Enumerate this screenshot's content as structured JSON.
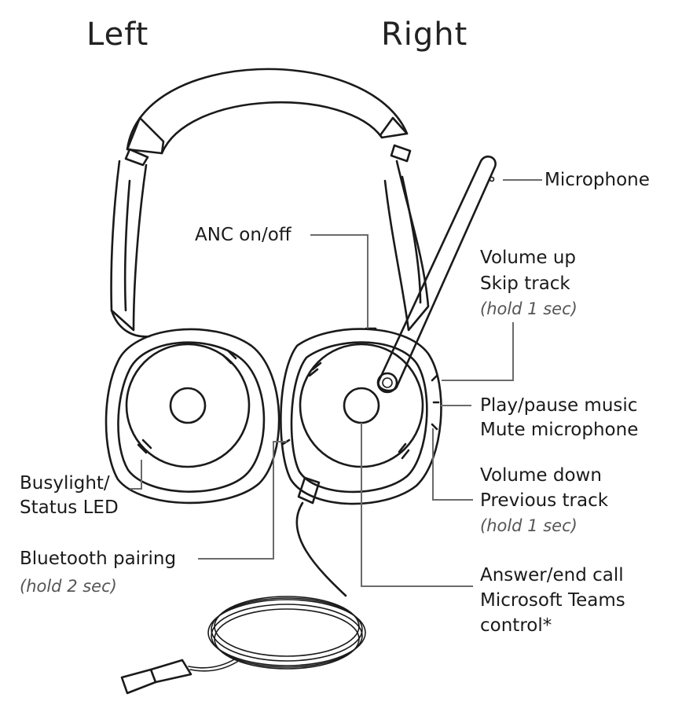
{
  "header": {
    "left": "Left",
    "right": "Right"
  },
  "labels": {
    "microphone": "Microphone",
    "anc": "ANC on/off",
    "volume_up": "Volume up",
    "skip_track": "Skip track",
    "skip_hold": "(hold 1 sec)",
    "play_pause": "Play/pause music",
    "mute_mic": "Mute microphone",
    "busylight_1": "Busylight/",
    "busylight_2": "Status LED",
    "volume_down": "Volume down",
    "previous_track": "Previous track",
    "previous_hold": "(hold 1 sec)",
    "bt_pairing": "Bluetooth pairing",
    "bt_hold": "(hold 2 sec)",
    "answer_end": "Answer/end call",
    "teams_1": "Microsoft Teams",
    "teams_2": "control*"
  },
  "icons": [
    "headset-illustration",
    "usb-cable-icon",
    "microphone-boom-icon"
  ]
}
